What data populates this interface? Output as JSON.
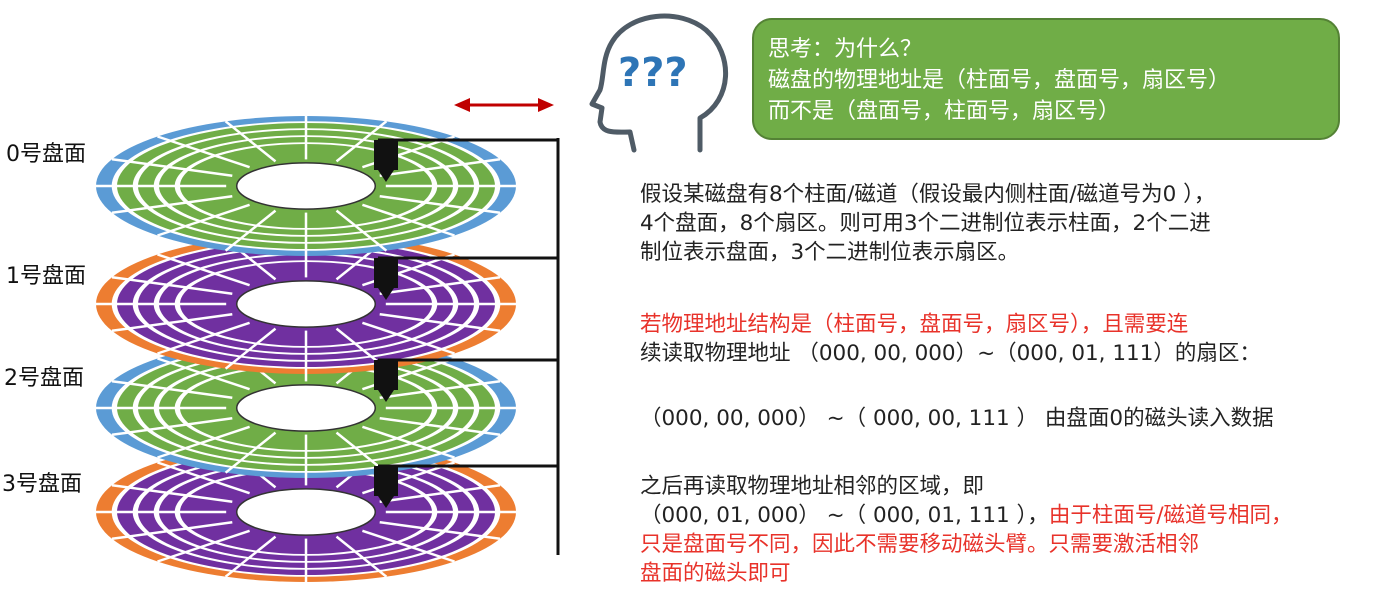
{
  "platters": [
    {
      "label": "0号盘面",
      "outer_color": "#5b9bd5",
      "inner_color": "#70ad47"
    },
    {
      "label": "1号盘面",
      "outer_color": "#ed7d31",
      "inner_color": "#7030a0"
    },
    {
      "label": "2号盘面",
      "outer_color": "#5b9bd5",
      "inner_color": "#70ad47"
    },
    {
      "label": "3号盘面",
      "outer_color": "#ed7d31",
      "inner_color": "#7030a0"
    }
  ],
  "colors": {
    "arrow": "#c00000",
    "head": "#111111",
    "bubble": "#70ad47",
    "thinker_icon": "#4f5b66",
    "question_marks": "#2e75b6",
    "highlight": "#e8322a"
  },
  "icons": {
    "thinker": "head-silhouette-icon",
    "question": "question-marks-icon",
    "arm_move": "double-arrow-icon"
  },
  "bubble": {
    "line1": "思考：为什么？",
    "line2": "磁盘的物理地址是（柱面号，盘面号，扇区号）",
    "line3": "而不是（盘面号，柱面号，扇区号）"
  },
  "para1": {
    "line1": "假设某磁盘有8个柱面/磁道（假设最内侧柱面/磁道号为0 ），",
    "line2": "4个盘面，8个扇区。则可用3个二进制位表示柱面，2个二进",
    "line3": "制位表示盘面，3个二进制位表示扇区。"
  },
  "para2": {
    "line1": "若物理地址结构是（柱面号，盘面号，扇区号），且需要连",
    "line2": "续读取物理地址 （000, 00, 000）~（000, 01, 111）的扇区："
  },
  "para3": {
    "line1": "（000, 00, 000） ~（ 000, 00, 111 ） 由盘面0的磁头读入数据"
  },
  "para4": {
    "line1": "之后再读取物理地址相邻的区域，即",
    "line2_black": "（000, 01, 000） ~（ 000, 01, 111 ），",
    "line2_red": "由于柱面号/磁道号相同，",
    "line3": "只是盘面号不同，因此不需要移动磁头臂。只需要激活相邻",
    "line4": "盘面的磁头即可"
  }
}
